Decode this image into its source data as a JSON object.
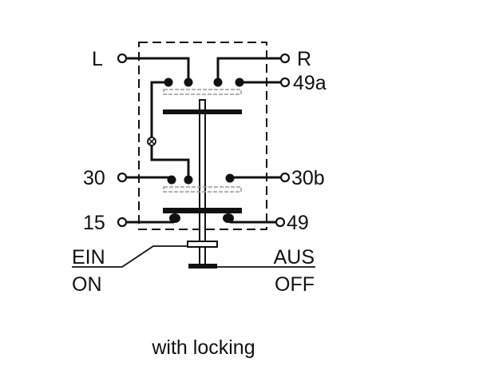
{
  "terminals": {
    "L": "L",
    "R": "R",
    "t49a": "49a",
    "t30": "30",
    "t30b": "30b",
    "t15": "15",
    "t49": "49"
  },
  "actuator": {
    "on_de": "EIN",
    "on_en": "ON",
    "off_de": "AUS",
    "off_en": "OFF"
  },
  "caption": "with locking"
}
